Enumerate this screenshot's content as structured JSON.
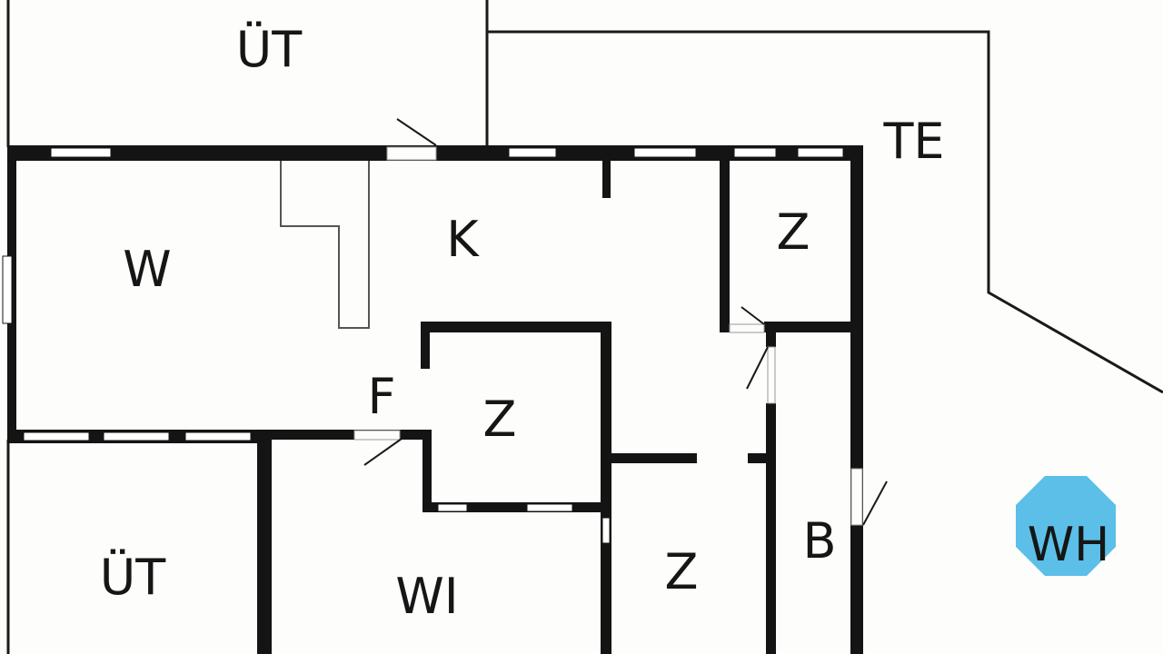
{
  "diagram": {
    "type": "floor-plan",
    "colors": {
      "wall": "#141414",
      "background": "#fdfdfb",
      "thin_line": "#1a1a1a",
      "whirlpool": "#5cbfe8"
    },
    "rooms": [
      {
        "id": "ut-top",
        "label": "ÜT"
      },
      {
        "id": "te",
        "label": "TE"
      },
      {
        "id": "w",
        "label": "W"
      },
      {
        "id": "k",
        "label": "K"
      },
      {
        "id": "z-top-right",
        "label": "Z"
      },
      {
        "id": "f",
        "label": "F"
      },
      {
        "id": "z-center",
        "label": "Z"
      },
      {
        "id": "ut-bottom",
        "label": "ÜT"
      },
      {
        "id": "wi",
        "label": "WI"
      },
      {
        "id": "z-bottom",
        "label": "Z"
      },
      {
        "id": "b",
        "label": "B"
      }
    ],
    "whirlpool": {
      "label": "WH",
      "shape": "octagon"
    }
  }
}
